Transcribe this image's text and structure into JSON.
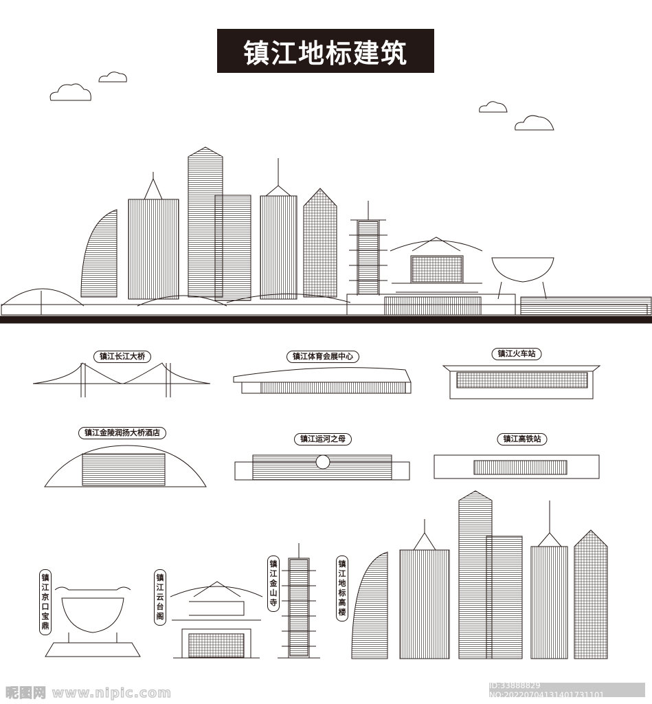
{
  "title": "镇江地标建筑",
  "colors": {
    "ink": "#231815",
    "background": "#ffffff",
    "watermark_bar": "#c8c8c8"
  },
  "labels": {
    "bridge": "镇江长江大桥",
    "expo_center": "镇江体育会展中心",
    "train_station": "镇江火车站",
    "hotel": "镇江金陵润扬大桥酒店",
    "canal_mother": "镇江运河之母",
    "high_speed_station": "镇江高铁站",
    "jingkou_ding": "镇江京口宝鼎",
    "yuntai_pavilion": "镇江云台阁",
    "jinshan_temple": "镇江金山寺",
    "landmark_towers": "镇江地标高楼"
  },
  "watermark": {
    "site": "昵图网 www.nipic.com",
    "id": "ID:33888829 NO:20220704131401731101"
  }
}
